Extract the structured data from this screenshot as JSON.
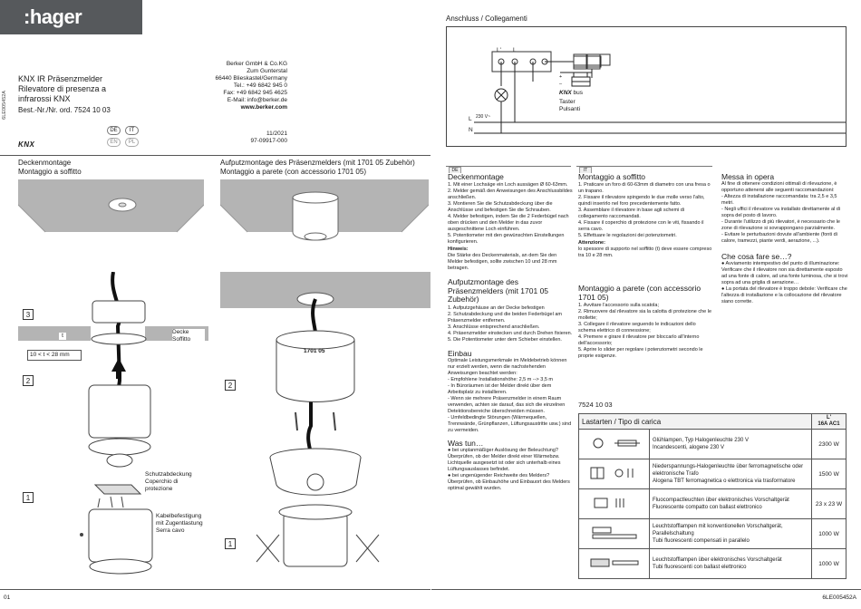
{
  "brand": {
    "logo": ":hager",
    "side_code": "6LE005452A"
  },
  "header": {
    "title_lines": [
      "KNX IR Präsenzmelder",
      "Rilevatore di presenza a",
      "infrarossi KNX"
    ],
    "order_no": "Best.-Nr./Nr. ord.  7524 10 03",
    "company_lines": [
      "Berker GmbH & Co.KG",
      "Zum Gunterstal",
      "66440 Blieskastel/Germany",
      "Tel.: +49 6842 945 0",
      "Fax: +49 6842 945 4625",
      "E-Mail: info@berker.de"
    ],
    "website": "www.berker.com",
    "date": "11/2021",
    "doc_no": "97-09917-000",
    "languages": [
      "DE",
      "IT",
      "EN",
      "PL"
    ],
    "knx_logo": "KNX"
  },
  "left_sections": {
    "ceiling_title_de": "Deckenmontage",
    "ceiling_title_it": "Montaggio a soffitto",
    "surface_title_de": "Aufputzmontage des Präsenzmelders (mit 1701 05 Zubehör)",
    "surface_title_it": "Montaggio a parete (con accessorio 1701 05)"
  },
  "diagram_left": {
    "step3": "3",
    "step2": "2",
    "step1": "1",
    "t_label": "t",
    "thickness_note": "10 < t < 28 mm",
    "ceiling_label": [
      "Decke",
      "Soffitto"
    ],
    "cover_label": [
      "Schutzabdeckung",
      "Coperchio di",
      "protezione"
    ],
    "cable_label": [
      "Kabelbefestigung",
      "mit Zugentlastung",
      "Serra cavo"
    ]
  },
  "diagram_middle": {
    "step2": "2",
    "step1": "1",
    "accessory_label": "1701 05"
  },
  "connection": {
    "title": "Anschluss / Collegamenti",
    "terminal_labels": [
      "L'",
      "L"
    ],
    "bus_plus": "+",
    "bus_minus": "–",
    "knx_bus": "bus",
    "knx_logo": "KNX",
    "voltage": "230 V~",
    "line_l": "L",
    "line_n": "N",
    "pushbutton": [
      "Taster",
      "Pulsanti"
    ]
  },
  "de": {
    "tab": "DE",
    "ceiling_title": "Deckenmontage",
    "ceiling_steps": [
      "1. Mit einer Lochsäge ein Loch aussägen Ø 60-63mm.",
      "2. Melder gemäß den Anweisungen des Anschlussbildes anschließen.",
      "3. Montieren Sie die Schutzabdeckung über die Anschlüsse und befestigen Sie die Schrauben.",
      "4. Melder befestigen, indem Sie die 2 Federbügel nach oben drücken und den Melder in das zuvor ausgeschnittene Loch einführen.",
      "5. Potentiometer mit den gewünschten Einstellungen konfigurieren."
    ],
    "hint_title": "Hinweis:",
    "hint_text": "Die Stärke des Deckenmaterials, an dem Sie den Melder befestigen, sollte zwischen 10 und 28 mm betragen.",
    "surface_title": "Aufputzmontage des Präsenzmelders (mit 1701 05 Zubehör)",
    "surface_steps": [
      "1. Aufputzgehäuse an der Decke befestigen",
      "2. Schutzabdeckung und die beiden Federbügel am Präsenzmelder entfernen.",
      "3. Anschlüsse entsprechend anschließen.",
      "4. Präsenzmelder einstecken und durch Drehen fixieren.",
      "5. Die Potentiometer unter dem Schieber einstellen."
    ],
    "install_title": "Einbau",
    "install_text": "Optimale Leistungsmerkmale im Meldebetrieb können nur erzielt werden, wenn die nachstehenden Anweisungen beachtet werden:",
    "install_items": [
      "- Empfohlene Installationshöhe: 2,5 m --> 3,5 m",
      "- In Büroräumen ist der Melder direkt über dem Arbeitsplatz zu installieren.",
      "- Wenn sie mehrere Präsenzmelder in einem Raum verwenden, achten sie darauf, das sich die einzelnen Detektionsbereiche überschneiden müssen.",
      "- Umfeldbedingte Störungen (Wärmequellen, Trennwände, Grünpflanzen, Lüftungsaustritte usw.) sind zu vermeiden."
    ],
    "todo_title": "Was tun…",
    "todo_items": [
      "● bei unplanmäßiger Auslösung der Beleuchtung? Überprüfen, ob der Melder direkt einer Wärmebzw. Lichtquelle ausgesetzt ist oder sich unterhalb eines Lüftungsauslasses befindet.",
      "● bei ungenügender Reichweite des Melders? Überprüfen, ob Einbauhöhe und Einbauort des Melders optimal gewählt wurden."
    ]
  },
  "it": {
    "tab": "IT",
    "ceiling_title": "Montaggio a soffitto",
    "ceiling_steps": [
      "1. Praticare un foro di 60-63mm di diametro con una fresa o un trapano.",
      "2. Fissare il rilevatore spingendo le due molle verso l'alto, quindi inserirlo nel foro precedentemente fatto.",
      "3. Assemblare il rilevatore in base agli schemi di collegamento raccomandati.",
      "4. Fissare il coperchio di protezione con le viti, fissando il serra cavo.",
      "5. Effettuare le regolazioni dei potenziometri."
    ],
    "attention_title": "Attenzione:",
    "attention_text": "lo spessore di supporto nel soffitto (t) deve essere compreso tra 10 e 28 mm.",
    "wall_title": "Montaggio a parete (con accessorio 1701 05)",
    "wall_steps": [
      "1. Avvitare l'accessorio sulla scatola;",
      "2. Rimuovere dal rilevatore sia la calotta di protezione che le mollette;",
      "3. Collegare il rilevatore seguendo le indicazioni dello schema elettrico di connessione;",
      "4. Premere e girare il rilevatore per bloccarlo all'interno dell'accessorio;",
      "5. Aprire lo slider per regolare i potenziometri secondo le proprie esigenze."
    ],
    "article": "7524 10 03",
    "commissioning_title": "Messa in opera",
    "commissioning_text": "Al fine di ottenere condizioni ottimali di rilevazione, è opportuno attenersi alle seguenti raccomandazioni:",
    "commissioning_items": [
      "- Altezza di installazione raccomandata: tra 2,5 e 3,5 metri.",
      "- Negli uffici il rilevatore va installato direttamente al di sopra del posto di lavoro.",
      "- Durante l'utilizzo di più rilevatori, è necessario che le zone di rilevazione si sovrappongano parzialmente.",
      "- Evitare le perturbazioni dovute all'ambiente (fonti di calore, tramezzi, piante verdi, aerazione, ...)."
    ],
    "todo_title": "Che cosa fare se…?",
    "todo_items": [
      "● Avviamento intempestivo del punto di illuminazione: Verificare che il rilevatore non sia direttamente esposto ad una fonte di calore, ad una fonte luminosa, che si trovi sopra ad una griglia di aerazione…",
      "● La portata del rilevatore è troppo debole: Verificare che l'altezza di installazione e la collocazione del rilevatore siano corrette."
    ]
  },
  "load_table": {
    "header_label": "Lastarten / Tipo di carica",
    "header_col_top": "L'",
    "header_col_bottom": "16A AC1",
    "rows": [
      {
        "icon": "incandescent-lamp-icon",
        "text": [
          "Glühlampen, Typ Halogenleuchte 230 V",
          "Incandescenti, alogene 230 V"
        ],
        "value": "2300 W"
      },
      {
        "icon": "transformer-lamp-icon",
        "text": [
          "Niederspannungs-Halogenleuchte über ferromagnetische oder elektronische Trafo",
          "Alogena TBT ferromagnetica o elettronica via trasformatore"
        ],
        "value": "1500 W"
      },
      {
        "icon": "compact-fluorescent-icon",
        "text": [
          "Fluocompactleuchten über elektronisches Vorschaltgerät",
          "Fluorescente compatto con ballast elettronico"
        ],
        "value": "23 x 23 W"
      },
      {
        "icon": "fluorescent-tube-icon",
        "text": [
          "Leuchtstofflampen mit konventionellen Vorschaltgerät, Parallelschaltung",
          "Tubi fluorescenti compensati in parallelo"
        ],
        "value": "1000 W"
      },
      {
        "icon": "fluorescent-ballast-icon",
        "text": [
          "Leuchtstofflampen über elektronisches Vorschaltgerät",
          "Tubi fluorescenti con ballast elettronico"
        ],
        "value": "1000 W"
      }
    ]
  },
  "footer": {
    "page": "01",
    "code": "6LE005452A"
  }
}
